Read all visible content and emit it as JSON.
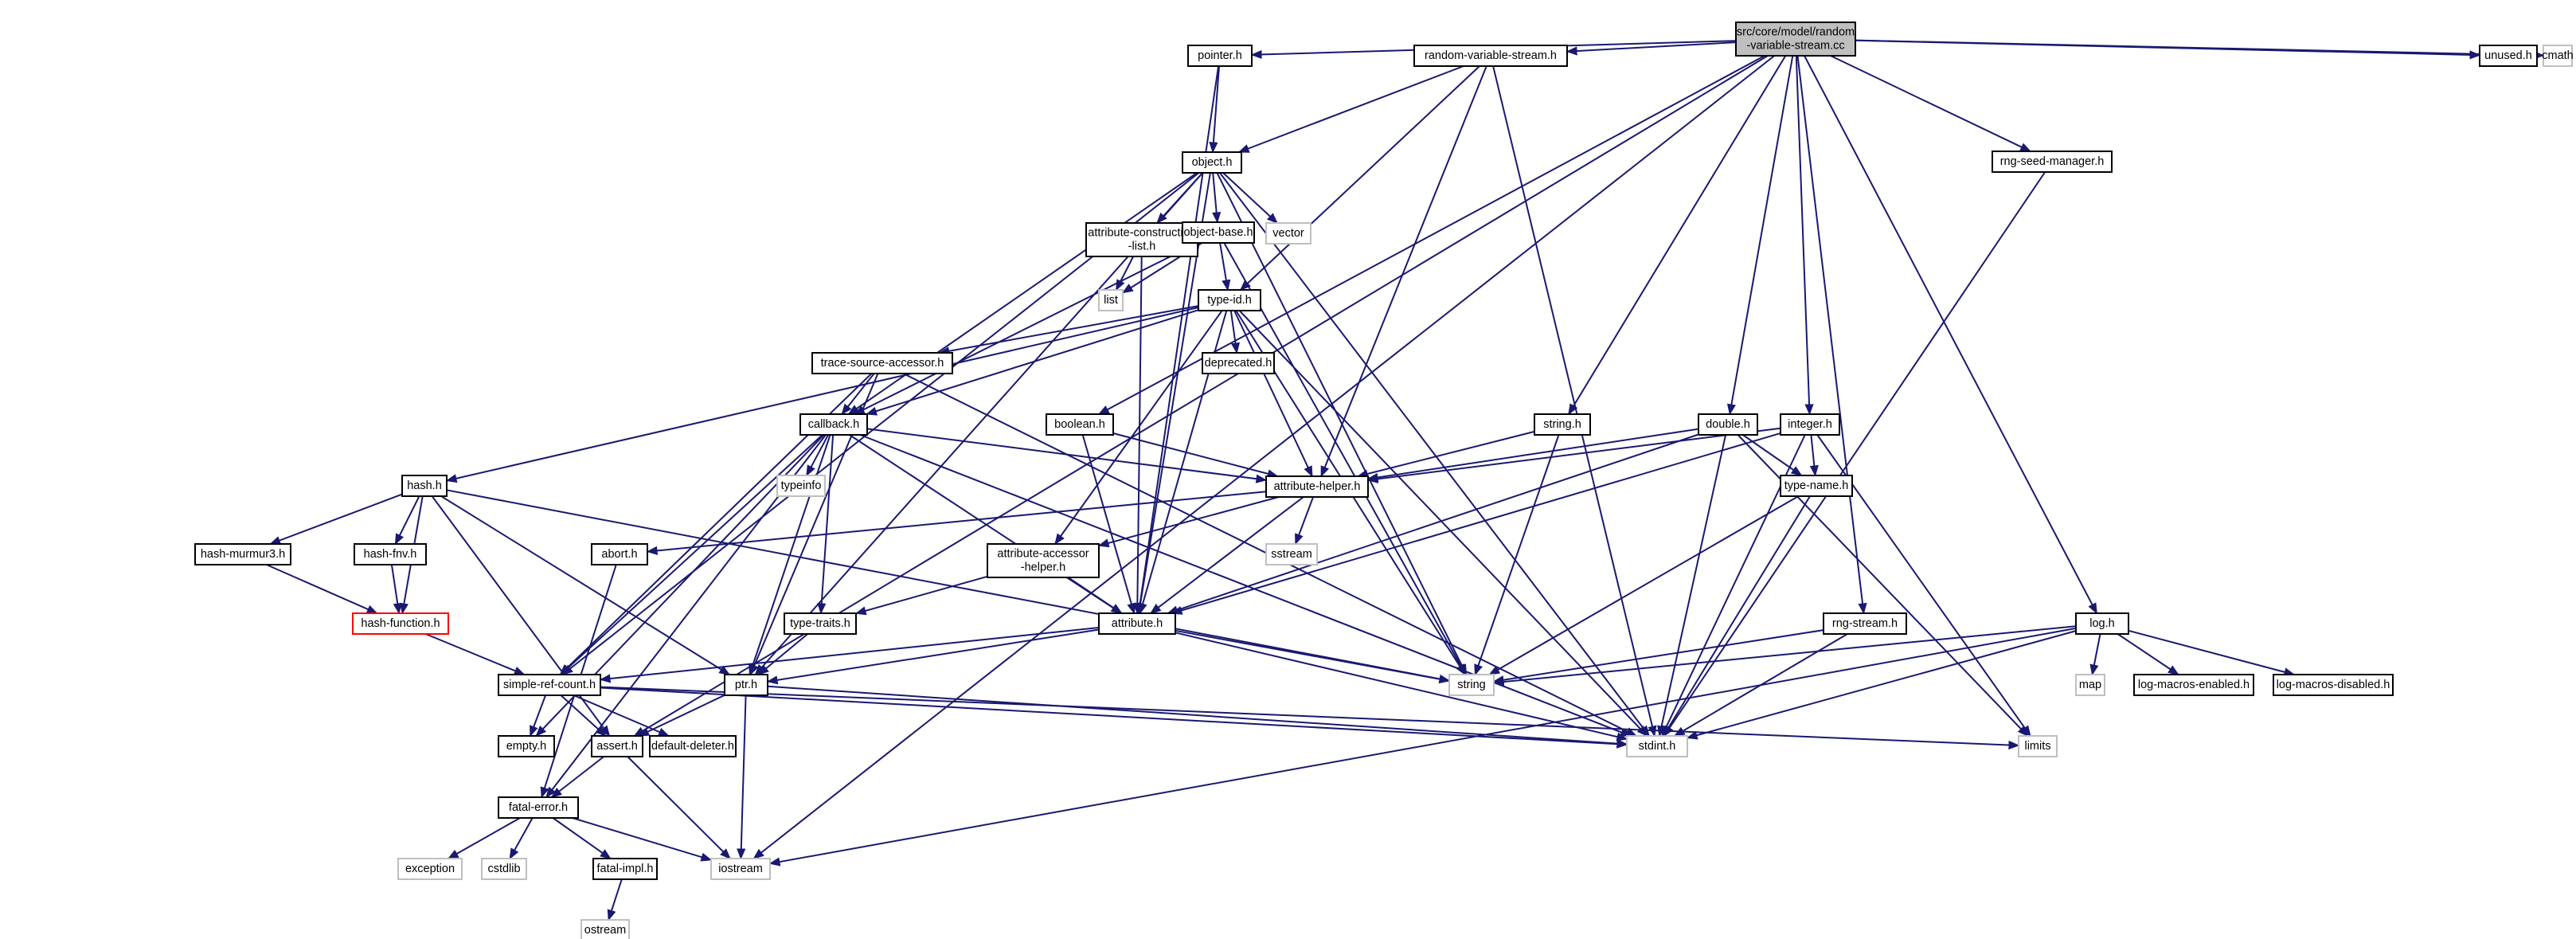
{
  "colors": {
    "edge": "#191970",
    "node_border": "#000000",
    "system_node_border": "#bfbfbf",
    "undocumented_node_border": "#ff0000",
    "root_fill": "#bfbfbf",
    "node_fill": "#ffffff"
  },
  "nodes": {
    "root": {
      "lines": [
        "src/core/model/random",
        "-variable-stream.cc"
      ],
      "kind": "root"
    },
    "pointer": {
      "lines": [
        "pointer.h"
      ],
      "kind": "normal"
    },
    "rvs": {
      "lines": [
        "random-variable-stream.h"
      ],
      "kind": "normal"
    },
    "unused": {
      "lines": [
        "unused.h"
      ],
      "kind": "normal"
    },
    "cmath": {
      "lines": [
        "cmath"
      ],
      "kind": "system"
    },
    "rngseed": {
      "lines": [
        "rng-seed-manager.h"
      ],
      "kind": "normal"
    },
    "object": {
      "lines": [
        "object.h"
      ],
      "kind": "normal"
    },
    "attrcons": {
      "lines": [
        "attribute-construction",
        "-list.h"
      ],
      "kind": "normal"
    },
    "vector": {
      "lines": [
        "vector"
      ],
      "kind": "system"
    },
    "objbase": {
      "lines": [
        "object-base.h"
      ],
      "kind": "normal"
    },
    "list": {
      "lines": [
        "list"
      ],
      "kind": "system"
    },
    "typeid": {
      "lines": [
        "type-id.h"
      ],
      "kind": "normal"
    },
    "tsa": {
      "lines": [
        "trace-source-accessor.h"
      ],
      "kind": "normal"
    },
    "deprecated": {
      "lines": [
        "deprecated.h"
      ],
      "kind": "normal"
    },
    "boolean": {
      "lines": [
        "boolean.h"
      ],
      "kind": "normal"
    },
    "callback": {
      "lines": [
        "callback.h"
      ],
      "kind": "normal"
    },
    "typeinfo": {
      "lines": [
        "typeinfo"
      ],
      "kind": "system"
    },
    "stringh": {
      "lines": [
        "string.h"
      ],
      "kind": "normal"
    },
    "double": {
      "lines": [
        "double.h"
      ],
      "kind": "normal"
    },
    "integer": {
      "lines": [
        "integer.h"
      ],
      "kind": "normal"
    },
    "hash": {
      "lines": [
        "hash.h"
      ],
      "kind": "normal"
    },
    "attrhelper": {
      "lines": [
        "attribute-helper.h"
      ],
      "kind": "normal"
    },
    "typename": {
      "lines": [
        "type-name.h"
      ],
      "kind": "normal"
    },
    "murmur": {
      "lines": [
        "hash-murmur3.h"
      ],
      "kind": "normal"
    },
    "fnv": {
      "lines": [
        "hash-fnv.h"
      ],
      "kind": "normal"
    },
    "abort": {
      "lines": [
        "abort.h"
      ],
      "kind": "normal"
    },
    "attracc": {
      "lines": [
        "attribute-accessor",
        "-helper.h"
      ],
      "kind": "normal"
    },
    "sstream": {
      "lines": [
        "sstream"
      ],
      "kind": "system"
    },
    "hashfunc": {
      "lines": [
        "hash-function.h"
      ],
      "kind": "undocumented"
    },
    "typetraits": {
      "lines": [
        "type-traits.h"
      ],
      "kind": "normal"
    },
    "attribute": {
      "lines": [
        "attribute.h"
      ],
      "kind": "normal"
    },
    "rngstream": {
      "lines": [
        "rng-stream.h"
      ],
      "kind": "normal"
    },
    "log": {
      "lines": [
        "log.h"
      ],
      "kind": "normal"
    },
    "src": {
      "lines": [
        "simple-ref-count.h"
      ],
      "kind": "normal"
    },
    "ptr": {
      "lines": [
        "ptr.h"
      ],
      "kind": "normal"
    },
    "string": {
      "lines": [
        "string"
      ],
      "kind": "system"
    },
    "map": {
      "lines": [
        "map"
      ],
      "kind": "system"
    },
    "lme": {
      "lines": [
        "log-macros-enabled.h"
      ],
      "kind": "normal"
    },
    "lmd": {
      "lines": [
        "log-macros-disabled.h"
      ],
      "kind": "normal"
    },
    "empty": {
      "lines": [
        "empty.h"
      ],
      "kind": "normal"
    },
    "assert": {
      "lines": [
        "assert.h"
      ],
      "kind": "normal"
    },
    "defdel": {
      "lines": [
        "default-deleter.h"
      ],
      "kind": "normal"
    },
    "stdint": {
      "lines": [
        "stdint.h"
      ],
      "kind": "system"
    },
    "limits": {
      "lines": [
        "limits"
      ],
      "kind": "system"
    },
    "fatalerr": {
      "lines": [
        "fatal-error.h"
      ],
      "kind": "normal"
    },
    "exception": {
      "lines": [
        "exception"
      ],
      "kind": "system"
    },
    "cstdlib": {
      "lines": [
        "cstdlib"
      ],
      "kind": "system"
    },
    "fatalimpl": {
      "lines": [
        "fatal-impl.h"
      ],
      "kind": "normal"
    },
    "iostream": {
      "lines": [
        "iostream"
      ],
      "kind": "system"
    },
    "ostream": {
      "lines": [
        "ostream"
      ],
      "kind": "system"
    }
  },
  "edges": [
    [
      "root",
      "pointer"
    ],
    [
      "root",
      "rvs"
    ],
    [
      "root",
      "unused"
    ],
    [
      "root",
      "cmath"
    ],
    [
      "root",
      "rngseed"
    ],
    [
      "root",
      "stringh"
    ],
    [
      "root",
      "double"
    ],
    [
      "root",
      "integer"
    ],
    [
      "root",
      "rngstream"
    ],
    [
      "root",
      "log"
    ],
    [
      "root",
      "boolean"
    ],
    [
      "root",
      "assert"
    ],
    [
      "root",
      "iostream"
    ],
    [
      "pointer",
      "object"
    ],
    [
      "pointer",
      "attribute"
    ],
    [
      "rvs",
      "object"
    ],
    [
      "rvs",
      "typeid"
    ],
    [
      "rvs",
      "attrhelper"
    ],
    [
      "rvs",
      "stdint"
    ],
    [
      "rngseed",
      "stdint"
    ],
    [
      "object",
      "attrcons"
    ],
    [
      "object",
      "vector"
    ],
    [
      "object",
      "objbase"
    ],
    [
      "object",
      "string"
    ],
    [
      "object",
      "stdint"
    ],
    [
      "object",
      "ptr"
    ],
    [
      "object",
      "src"
    ],
    [
      "object",
      "callback"
    ],
    [
      "object",
      "attribute"
    ],
    [
      "attrcons",
      "list"
    ],
    [
      "attrcons",
      "attribute"
    ],
    [
      "objbase",
      "list"
    ],
    [
      "objbase",
      "typeid"
    ],
    [
      "objbase",
      "string"
    ],
    [
      "objbase",
      "callback"
    ],
    [
      "typeid",
      "tsa"
    ],
    [
      "typeid",
      "deprecated"
    ],
    [
      "typeid",
      "callback"
    ],
    [
      "typeid",
      "attrhelper"
    ],
    [
      "typeid",
      "attribute"
    ],
    [
      "typeid",
      "attracc"
    ],
    [
      "typeid",
      "hash"
    ],
    [
      "typeid",
      "string"
    ],
    [
      "typeid",
      "stdint"
    ],
    [
      "tsa",
      "callback"
    ],
    [
      "tsa",
      "ptr"
    ],
    [
      "tsa",
      "src"
    ],
    [
      "tsa",
      "stdint"
    ],
    [
      "boolean",
      "attrhelper"
    ],
    [
      "boolean",
      "attribute"
    ],
    [
      "callback",
      "typeinfo"
    ],
    [
      "callback",
      "ptr"
    ],
    [
      "callback",
      "src"
    ],
    [
      "callback",
      "typetraits"
    ],
    [
      "callback",
      "attrhelper"
    ],
    [
      "callback",
      "attribute"
    ],
    [
      "callback",
      "fatalerr"
    ],
    [
      "callback",
      "empty"
    ],
    [
      "callback",
      "stdint"
    ],
    [
      "stringh",
      "attrhelper"
    ],
    [
      "stringh",
      "string"
    ],
    [
      "double",
      "attrhelper"
    ],
    [
      "double",
      "attribute"
    ],
    [
      "double",
      "typename"
    ],
    [
      "double",
      "stdint"
    ],
    [
      "double",
      "limits"
    ],
    [
      "integer",
      "attrhelper"
    ],
    [
      "integer",
      "attribute"
    ],
    [
      "integer",
      "typename"
    ],
    [
      "integer",
      "stdint"
    ],
    [
      "integer",
      "limits"
    ],
    [
      "hash",
      "murmur"
    ],
    [
      "hash",
      "fnv"
    ],
    [
      "hash",
      "hashfunc"
    ],
    [
      "hash",
      "string"
    ],
    [
      "hash",
      "ptr"
    ],
    [
      "hash",
      "assert"
    ],
    [
      "attrhelper",
      "abort"
    ],
    [
      "attrhelper",
      "sstream"
    ],
    [
      "attrhelper",
      "attracc"
    ],
    [
      "attrhelper",
      "attribute"
    ],
    [
      "typename",
      "string"
    ],
    [
      "typename",
      "stdint"
    ],
    [
      "murmur",
      "hashfunc"
    ],
    [
      "fnv",
      "hashfunc"
    ],
    [
      "abort",
      "fatalerr"
    ],
    [
      "attracc",
      "typetraits"
    ],
    [
      "attracc",
      "attribute"
    ],
    [
      "hashfunc",
      "src"
    ],
    [
      "typetraits",
      "ptr"
    ],
    [
      "attribute",
      "src"
    ],
    [
      "attribute",
      "ptr"
    ],
    [
      "attribute",
      "string"
    ],
    [
      "attribute",
      "stdint"
    ],
    [
      "rngstream",
      "string"
    ],
    [
      "rngstream",
      "stdint"
    ],
    [
      "log",
      "string"
    ],
    [
      "log",
      "map"
    ],
    [
      "log",
      "lme"
    ],
    [
      "log",
      "lmd"
    ],
    [
      "log",
      "stdint"
    ],
    [
      "log",
      "iostream"
    ],
    [
      "src",
      "empty"
    ],
    [
      "src",
      "assert"
    ],
    [
      "src",
      "defdel"
    ],
    [
      "src",
      "stdint"
    ],
    [
      "src",
      "limits"
    ],
    [
      "ptr",
      "assert"
    ],
    [
      "ptr",
      "iostream"
    ],
    [
      "ptr",
      "stdint"
    ],
    [
      "assert",
      "fatalerr"
    ],
    [
      "assert",
      "iostream"
    ],
    [
      "fatalerr",
      "exception"
    ],
    [
      "fatalerr",
      "cstdlib"
    ],
    [
      "fatalerr",
      "fatalimpl"
    ],
    [
      "fatalerr",
      "iostream"
    ],
    [
      "fatalimpl",
      "ostream"
    ]
  ]
}
